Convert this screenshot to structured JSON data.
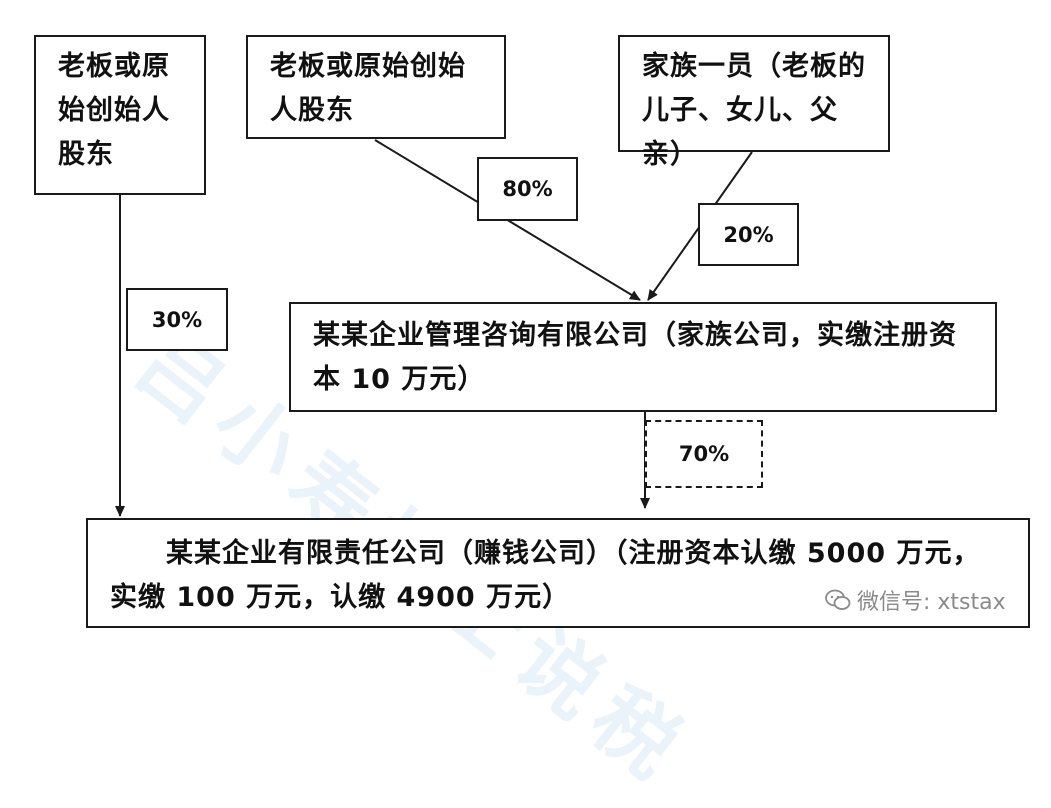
{
  "nodes": {
    "founder_left": "老板或原始创始人股东",
    "founder_top": "老板或原始创始人股东",
    "family_member": "家族一员（老板的儿子、女儿、父亲）",
    "holding_company": "某某企业管理咨询有限公司（家族公司，实缴注册资本 10 万元）",
    "operating_company": "某某企业有限责任公司（赚钱公司）（注册资本认缴 5000 万元，实缴 100 万元，认缴 4900 万元）"
  },
  "edges": {
    "founder_top_to_holding": "80%",
    "family_to_holding": "20%",
    "founder_left_to_operating": "30%",
    "holding_to_operating": "70%"
  },
  "watermark": "吕小寿博士说税",
  "wechat_label": "微信号: xtstax",
  "colors": {
    "line": "#1a1a1a",
    "watermark": "#a0c3e6",
    "wechat": "#8a8a8a"
  }
}
